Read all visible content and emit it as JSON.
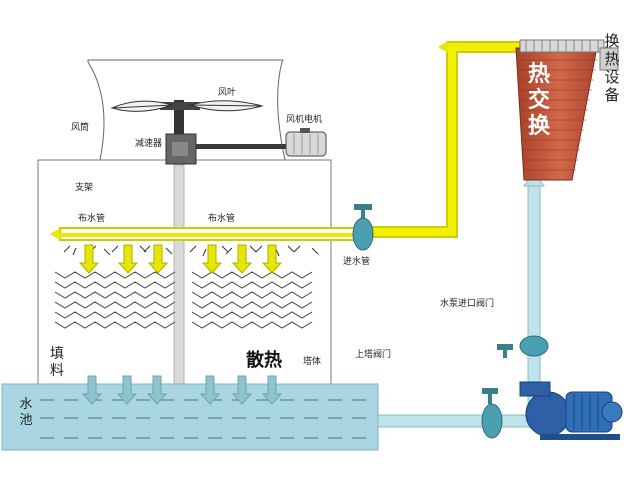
{
  "labels": {
    "fan_cylinder": "风筒",
    "fan_blade": "风叶",
    "fan_motor": "风机电机",
    "reducer": "减速器",
    "bracket": "支架",
    "distribution_pipe_left": "布水管",
    "distribution_pipe_right": "布水管",
    "inlet_pipe": "进水管",
    "pump_inlet_valve": "水泵进口阀门",
    "tower_inlet_valve": "上塔阀门",
    "tower_body": "塔体",
    "fill": "填料",
    "heat_dissipation": "散热",
    "water_basin": "水池",
    "heat_exchange_text": "热交换",
    "heat_exchange_equipment": "换热设备"
  },
  "colors": {
    "pipe_yellow": "#e8e800",
    "pipe_water": "#bfe3ea",
    "basin_water": "#a9d6e0",
    "arrow_yellow": "#e6e600",
    "arrow_blue": "#8fc4cf",
    "heat_exchanger": "#c1583c",
    "fill_lines": "#444444"
  },
  "icons": {
    "fan": "fan-icon",
    "motor": "motor-icon",
    "reducer": "gearbox-icon",
    "valve": "valve-icon",
    "pump": "pump-icon"
  }
}
